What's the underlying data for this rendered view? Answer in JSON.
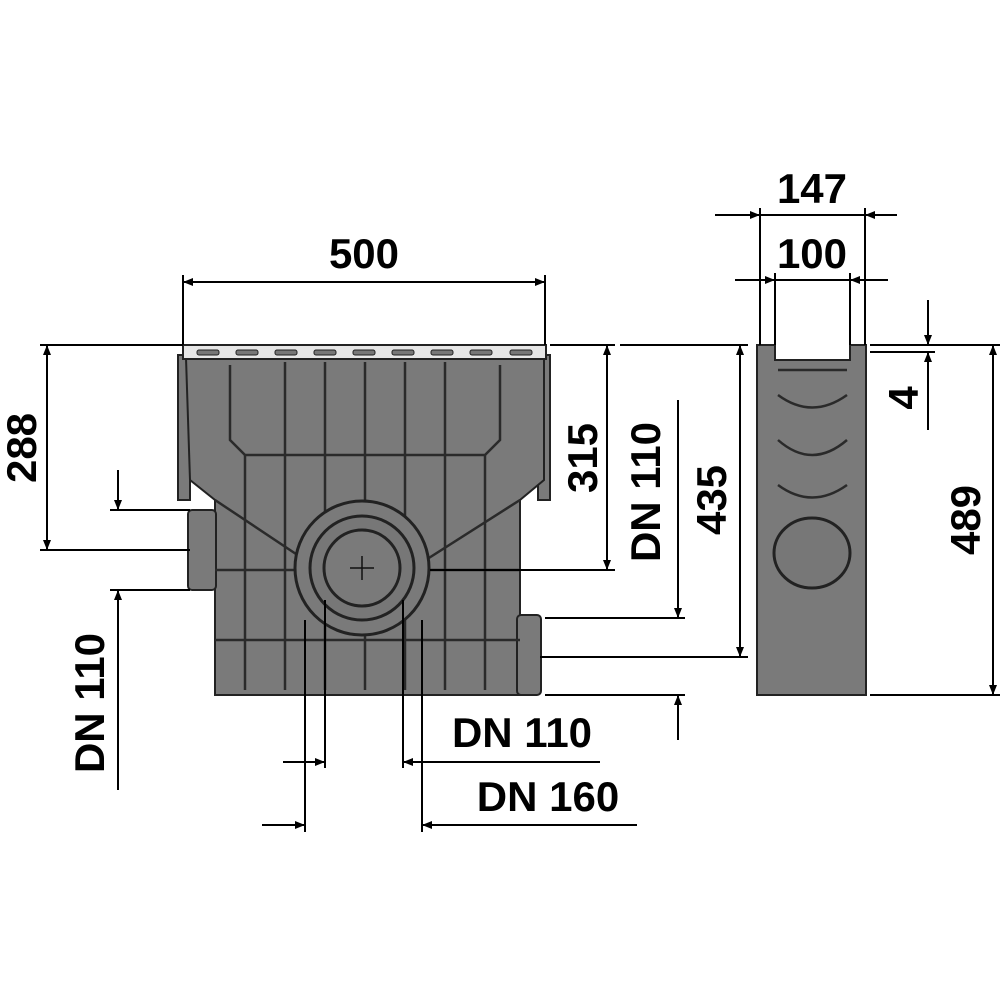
{
  "dimensions": {
    "overall_length": "500",
    "height_to_side_outlet": "288",
    "side_outlet_left": "DN 110",
    "height_to_bottom_outlet_center": "315",
    "end_outlet_right": "DN 110",
    "height_to_end_outlet": "435",
    "bottom_outlet_inner": "DN 110",
    "bottom_outlet_outer": "DN 160",
    "overall_width": "147",
    "inner_width": "100",
    "grate_thickness": "4",
    "overall_height": "489"
  },
  "colors": {
    "body": "#7a7a7a",
    "grate": "#e6e6e6",
    "lines": "#000000"
  }
}
